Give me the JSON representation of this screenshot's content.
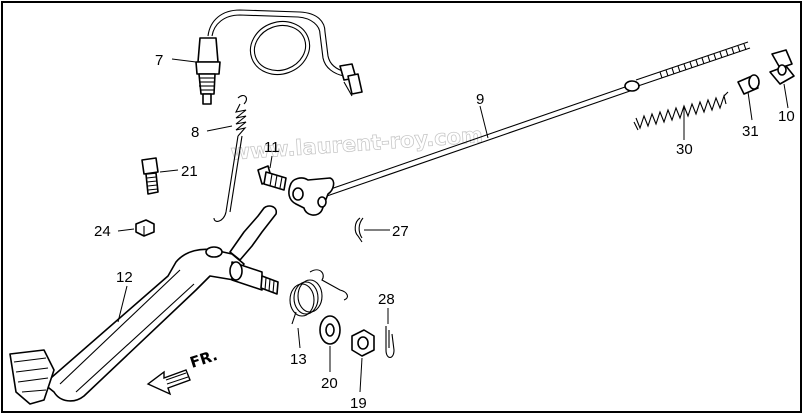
{
  "diagram": {
    "watermark": "www.laurent-roy.com",
    "direction_marker": "FR.",
    "callouts": [
      {
        "id": "c7",
        "text": "7"
      },
      {
        "id": "c8",
        "text": "8"
      },
      {
        "id": "c21",
        "text": "21"
      },
      {
        "id": "c24",
        "text": "24"
      },
      {
        "id": "c12",
        "text": "12"
      },
      {
        "id": "c11",
        "text": "11"
      },
      {
        "id": "c9",
        "text": "9"
      },
      {
        "id": "c27",
        "text": "27"
      },
      {
        "id": "c30",
        "text": "30"
      },
      {
        "id": "c31",
        "text": "31"
      },
      {
        "id": "c10",
        "text": "10"
      },
      {
        "id": "c28",
        "text": "28"
      },
      {
        "id": "c13",
        "text": "13"
      },
      {
        "id": "c20",
        "text": "20"
      },
      {
        "id": "c19",
        "text": "19"
      }
    ]
  }
}
